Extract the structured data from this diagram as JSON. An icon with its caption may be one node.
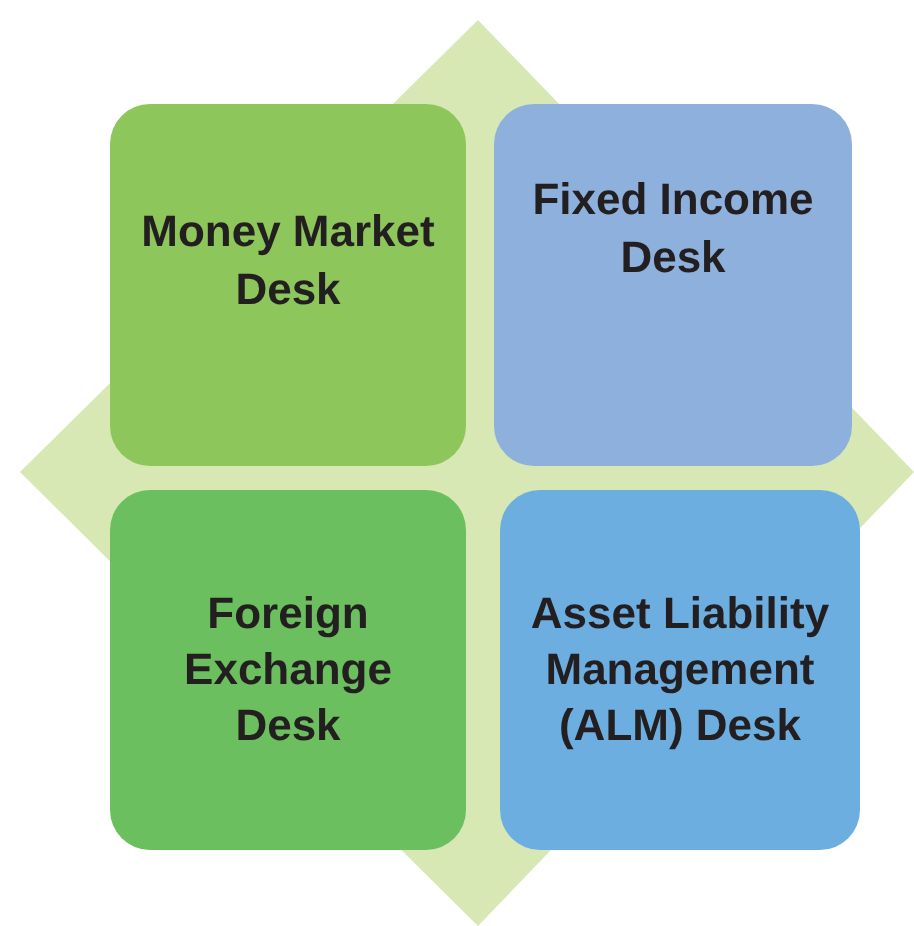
{
  "diagram": {
    "nodes": [
      {
        "text": [
          "Money Market Desk"
        ]
      },
      {
        "text": [
          "Fixed Income Desk"
        ]
      },
      {
        "text": [
          "Foreign Exchange Desk"
        ]
      },
      {
        "text": [
          "Asset Liability Management (ALM) Desk"
        ]
      }
    ]
  }
}
